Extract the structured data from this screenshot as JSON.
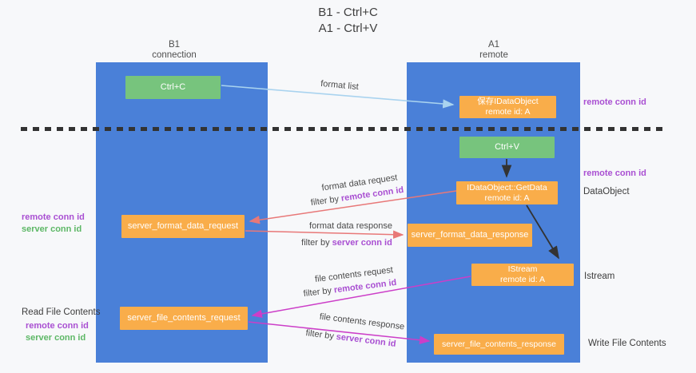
{
  "title": {
    "line1": "B1 - Ctrl+C",
    "line2": "A1 - Ctrl+V"
  },
  "lanes": {
    "left": {
      "name": "B1",
      "subtitle": "connection"
    },
    "right": {
      "name": "A1",
      "subtitle": "remote"
    }
  },
  "nodes": {
    "ctrl_c": {
      "label": "Ctrl+C"
    },
    "saved_object": {
      "line1": "保存IDataObject",
      "line2": "remote id: A"
    },
    "ctrl_v": {
      "label": "Ctrl+V"
    },
    "getdata": {
      "line1": "IDataObject::GetData",
      "line2": "remote id: A"
    },
    "format_request": {
      "label": "server_format_data_request"
    },
    "format_response": {
      "label": "server_format_data_response"
    },
    "istream": {
      "line1": "IStream",
      "line2": "remote id: A"
    },
    "file_request": {
      "label": "server_file_contents_request"
    },
    "file_response": {
      "label": "server_file_contents_response"
    }
  },
  "arrow_labels": {
    "format_list": "format list",
    "format_data_request": "format data request",
    "format_data_request_filter_prefix": "filter by",
    "format_data_request_filter_key": "remote conn id",
    "format_data_response": "format data response",
    "format_data_response_filter_prefix": "filter by",
    "format_data_response_filter_key": "server conn id",
    "file_contents_request": "file contents request",
    "file_contents_request_filter_prefix": "filter by",
    "file_contents_request_filter_key": "remote conn id",
    "file_contents_response": "file contents response",
    "file_contents_response_filter_prefix": "filter by",
    "file_contents_response_filter_key": "server conn id"
  },
  "side_labels": {
    "right_remote_conn_top": "remote conn id",
    "right_remote_conn_mid": "remote conn id",
    "dataobject": "DataObject",
    "istream": "Istream",
    "write_file_contents": "Write File Contents",
    "left_remote_conn_mid": "remote conn id",
    "left_server_conn_mid": "server conn id",
    "read_file_contents": "Read File Contents",
    "left_remote_conn_bottom": "remote conn id",
    "left_server_conn_bottom": "server conn id"
  },
  "colors": {
    "background": "#f7f8fa",
    "lifeline_blue": "#4a80d8",
    "action_green": "#77c47d",
    "message_orange": "#f9ad4a",
    "arrow_light_blue": "#a9d3ef",
    "arrow_red": "#e87878",
    "arrow_magenta": "#cc3ec8",
    "arrow_black": "#333333",
    "label_purple": "#a94fd2",
    "label_green": "#5cb765",
    "separator_dark": "#333333"
  }
}
